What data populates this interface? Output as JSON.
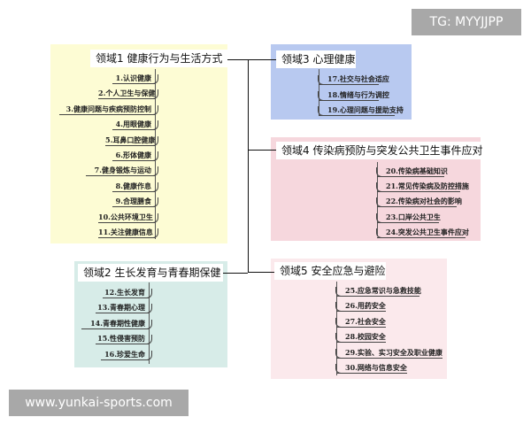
{
  "domains": {
    "d1": {
      "title": "领域1 健康行为与生活方式",
      "color": "#fdfcd4",
      "items": [
        "1.认识健康",
        "2.个人卫生与保健",
        "3.健康问题与疾病预防控制",
        "4.用眼健康",
        "5.耳鼻口腔健康",
        "6.形体健康",
        "7.健身锻炼与运动",
        "8.健康作息",
        "9.合理膳食",
        "10.公共环境卫生",
        "11.关注健康信息"
      ]
    },
    "d2": {
      "title": "领域2 生长发育与青春期保健",
      "color": "#d7ece8",
      "items": [
        "12.生长发育",
        "13.青春期心理",
        "14.青春期性健康",
        "15.性侵害预防",
        "16.珍爱生命"
      ]
    },
    "d3": {
      "title": "领域3 心理健康",
      "color": "#b8c9f0",
      "items": [
        "17.社交与社会适应",
        "18.情绪与行为调控",
        "19.心理问题与援助支持"
      ]
    },
    "d4": {
      "title": "领域4 传染病预防与突发公共卫生事件应对",
      "color": "#f6d7dd",
      "items": [
        "20.传染病基础知识",
        "21.常见传染病及防控措施",
        "22.传染病对社会的影响",
        "23.口岸公共卫生",
        "24.突发公共卫生事件应对"
      ]
    },
    "d5": {
      "title": "领域5 安全应急与避险",
      "color": "#fbe9ec",
      "items": [
        "25.应急常识与急救技能",
        "26.用药安全",
        "27.社会安全",
        "28.校园安全",
        "29.实验、实习安全及职业健康",
        "30.网络与信息安全"
      ]
    }
  },
  "watermarks": {
    "top": "TG: MYYJJPP",
    "bottom": "www.yunkai-sports.com"
  }
}
